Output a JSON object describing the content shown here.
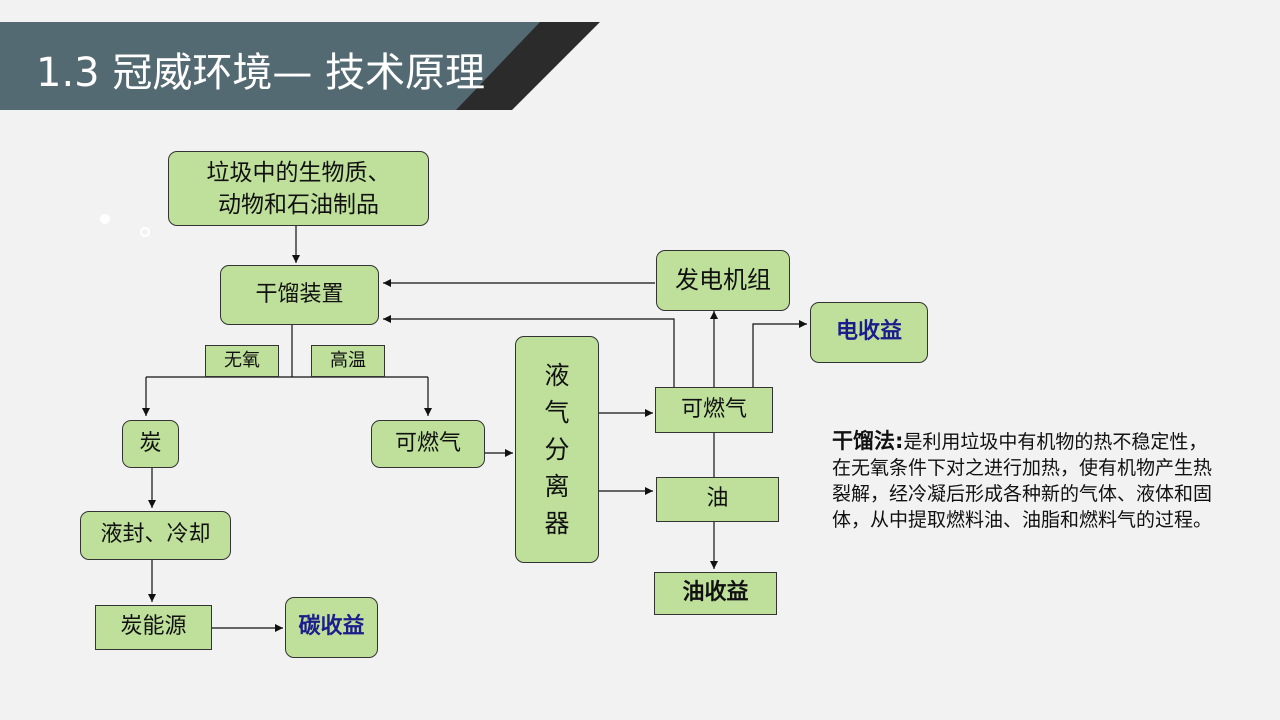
{
  "header": {
    "title": "1.3 冠威环境— 技术原理"
  },
  "diagram": {
    "source": [
      "垃圾中的生物质、",
      "动物和石油制品"
    ],
    "dry_distillation_unit": "干馏装置",
    "cond_oxygen_free": "无氧",
    "cond_high_temp": "高温",
    "charcoal": "炭",
    "combustible_gas_left": "可燃气",
    "liquid_seal_cooling": "液封、冷却",
    "charcoal_energy": "炭能源",
    "carbon_revenue": "碳收益",
    "separator": [
      "液",
      "气",
      "分",
      "离",
      "器"
    ],
    "combustible_gas_right": "可燃气",
    "oil": "油",
    "oil_revenue": "油收益",
    "generator_set": "发电机组",
    "power_revenue": "电收益"
  },
  "description": {
    "term": "干馏法:",
    "text": "是利用垃圾中有机物的热不稳定性，在无氧条件下对之进行加热，使有机物产生热裂解，经冷凝后形成各种新的气体、液体和固体，从中提取燃料油、油脂和燃料气的过程。"
  },
  "colors": {
    "banner_dark": "#546a73",
    "banner_black": "#2b2b2b",
    "box_fill": "#bfe09a",
    "revenue_text": "#1c1c8c"
  }
}
